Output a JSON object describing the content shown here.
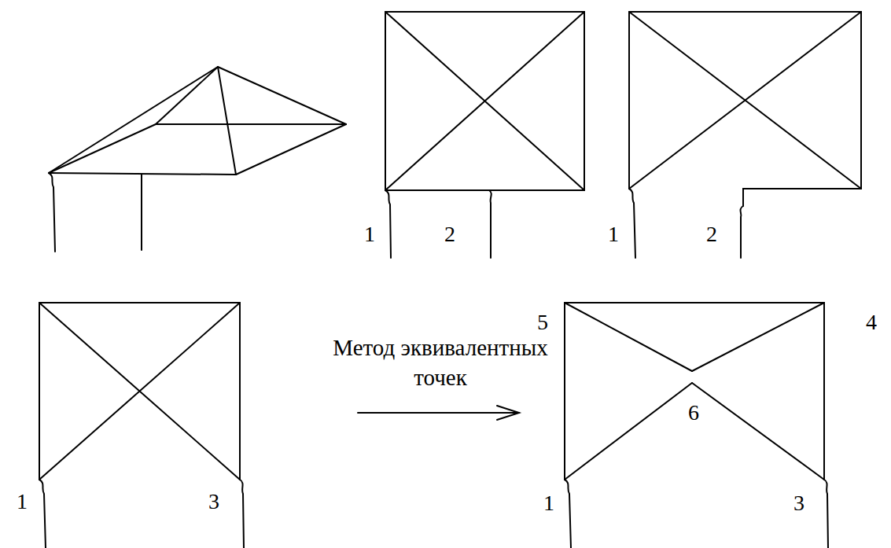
{
  "diagram": {
    "labels": [
      "1",
      "2",
      "1",
      "2",
      "1",
      "3",
      "Метод эквивалентных точек",
      "5",
      "4",
      "6",
      "1",
      "3"
    ]
  }
}
